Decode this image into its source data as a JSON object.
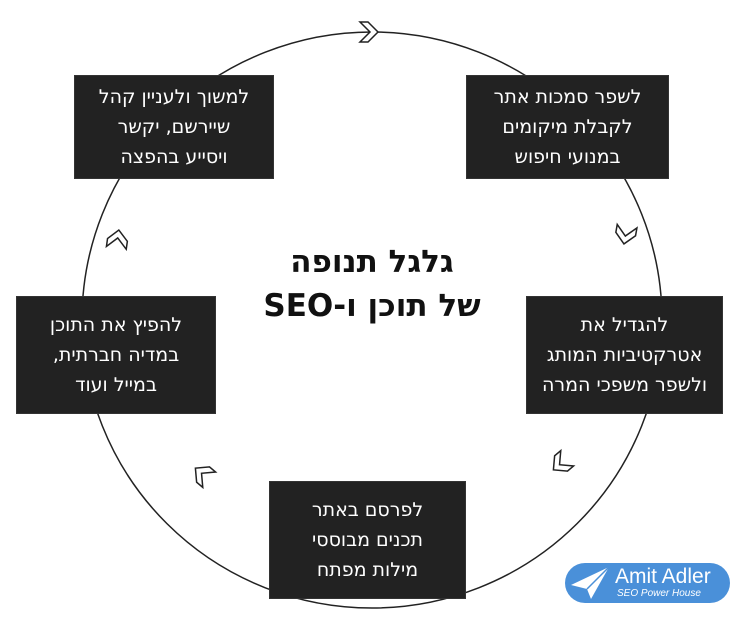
{
  "title": {
    "line1": "גלגל תנופה",
    "line2": "של תוכן ו-SEO"
  },
  "steps": [
    {
      "lines": [
        "לשפר סמכות אתר",
        "לקבלת מיקומים",
        "במנועי חיפוש"
      ]
    },
    {
      "lines": [
        "להגדיל את",
        "אטרקטיביות המותג",
        "ולשפר משפכי המרה"
      ]
    },
    {
      "lines": [
        "לפרסם באתר",
        "תכנים מבוססי",
        "מילות מפתח"
      ]
    },
    {
      "lines": [
        "להפיץ את התוכן",
        "במדיה חברתית,",
        "במייל ועוד"
      ]
    },
    {
      "lines": [
        "למשוך ולעניין קהל",
        "שיירשם, יקשר",
        "ויסייע בהפצה"
      ]
    }
  ],
  "logo": {
    "name": "Amit Adler",
    "tagline": "SEO Power House",
    "color": "#4a90d9"
  },
  "colors": {
    "box": "#222222",
    "line": "#222222"
  }
}
